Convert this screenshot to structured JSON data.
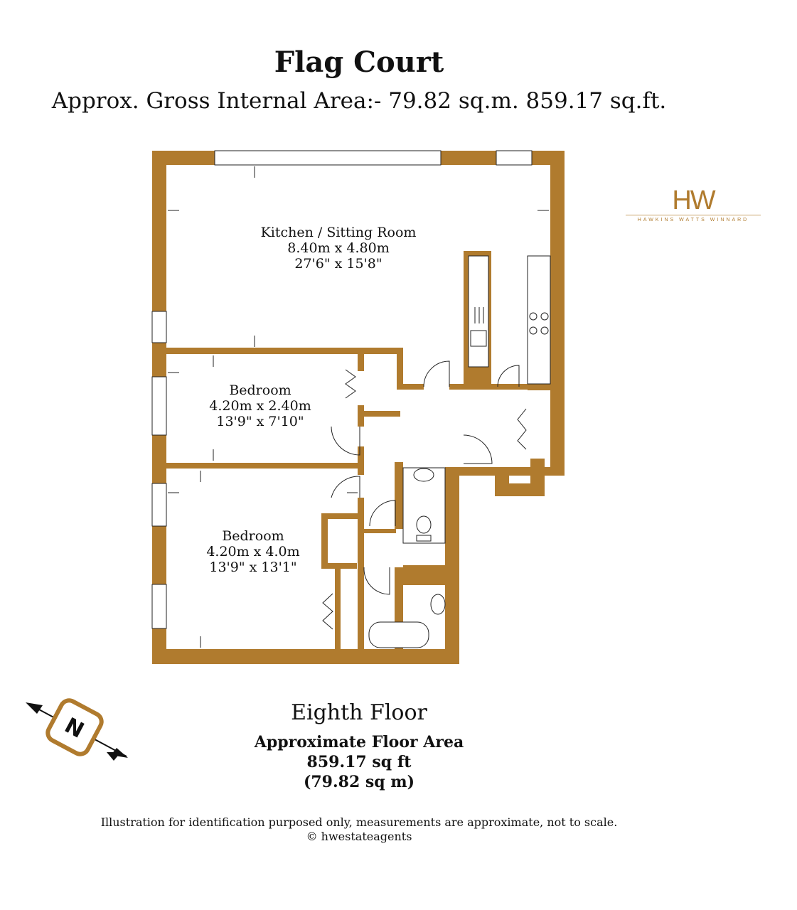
{
  "header": {
    "title": "Flag Court",
    "subtitle": "Approx. Gross Internal Area:- 79.82 sq.m. 859.17 sq.ft."
  },
  "logo": {
    "mark": "HW",
    "sub": "HAWKINS WATTS WINNARD"
  },
  "rooms": {
    "kitchen": {
      "name": "Kitchen / Sitting Room",
      "metric": "8.40m x 4.80m",
      "imperial": "27'6\" x 15'8\""
    },
    "bedroom1": {
      "name": "Bedroom",
      "metric": "4.20m x 2.40m",
      "imperial": "13'9\" x 7'10\""
    },
    "bedroom2": {
      "name": "Bedroom",
      "metric": "4.20m x 4.0m",
      "imperial": "13'9\" x 13'1\""
    }
  },
  "compass": {
    "letter": "N"
  },
  "floor": {
    "name": "Eighth Floor",
    "area_label": "Approximate Floor Area",
    "area_sqft": "859.17 sq ft",
    "area_sqm": "(79.82 sq m)"
  },
  "footer": {
    "disclaimer": "Illustration for identification purposed only, measurements are approximate, not to scale.",
    "copyright": "© hwestateagents"
  },
  "colors": {
    "wall": "#b07b2e",
    "window": "#ffffff",
    "line": "#222222"
  }
}
